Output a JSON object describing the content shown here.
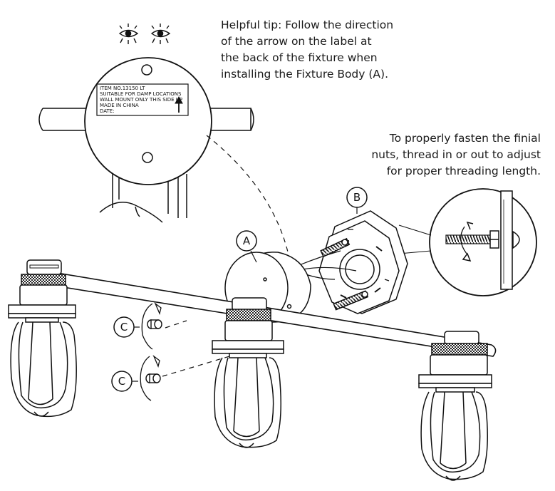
{
  "tips": {
    "top": [
      "Helpful tip: Follow the direction",
      "of the arrow on the label at",
      "the back of the fixture when",
      "installing the Fixture Body (A)."
    ],
    "right": [
      "To properly fasten the finial",
      "nuts, thread in or out to adjust",
      "for proper threading length."
    ]
  },
  "wall_label": [
    "ITEM NO.13150       LT",
    "SUITABLE FOR DAMP LOCATIONS",
    "WALL MOUNT ONLY THIS SIDE UP",
    "MADE IN CHINA",
    "DATE:"
  ],
  "callouts": {
    "a": "A",
    "b": "B",
    "c1": "C",
    "c2": "C"
  },
  "icons": [
    "eye-icon",
    "eye-icon",
    "up-arrow-icon",
    "rotation-arrow-icon"
  ]
}
